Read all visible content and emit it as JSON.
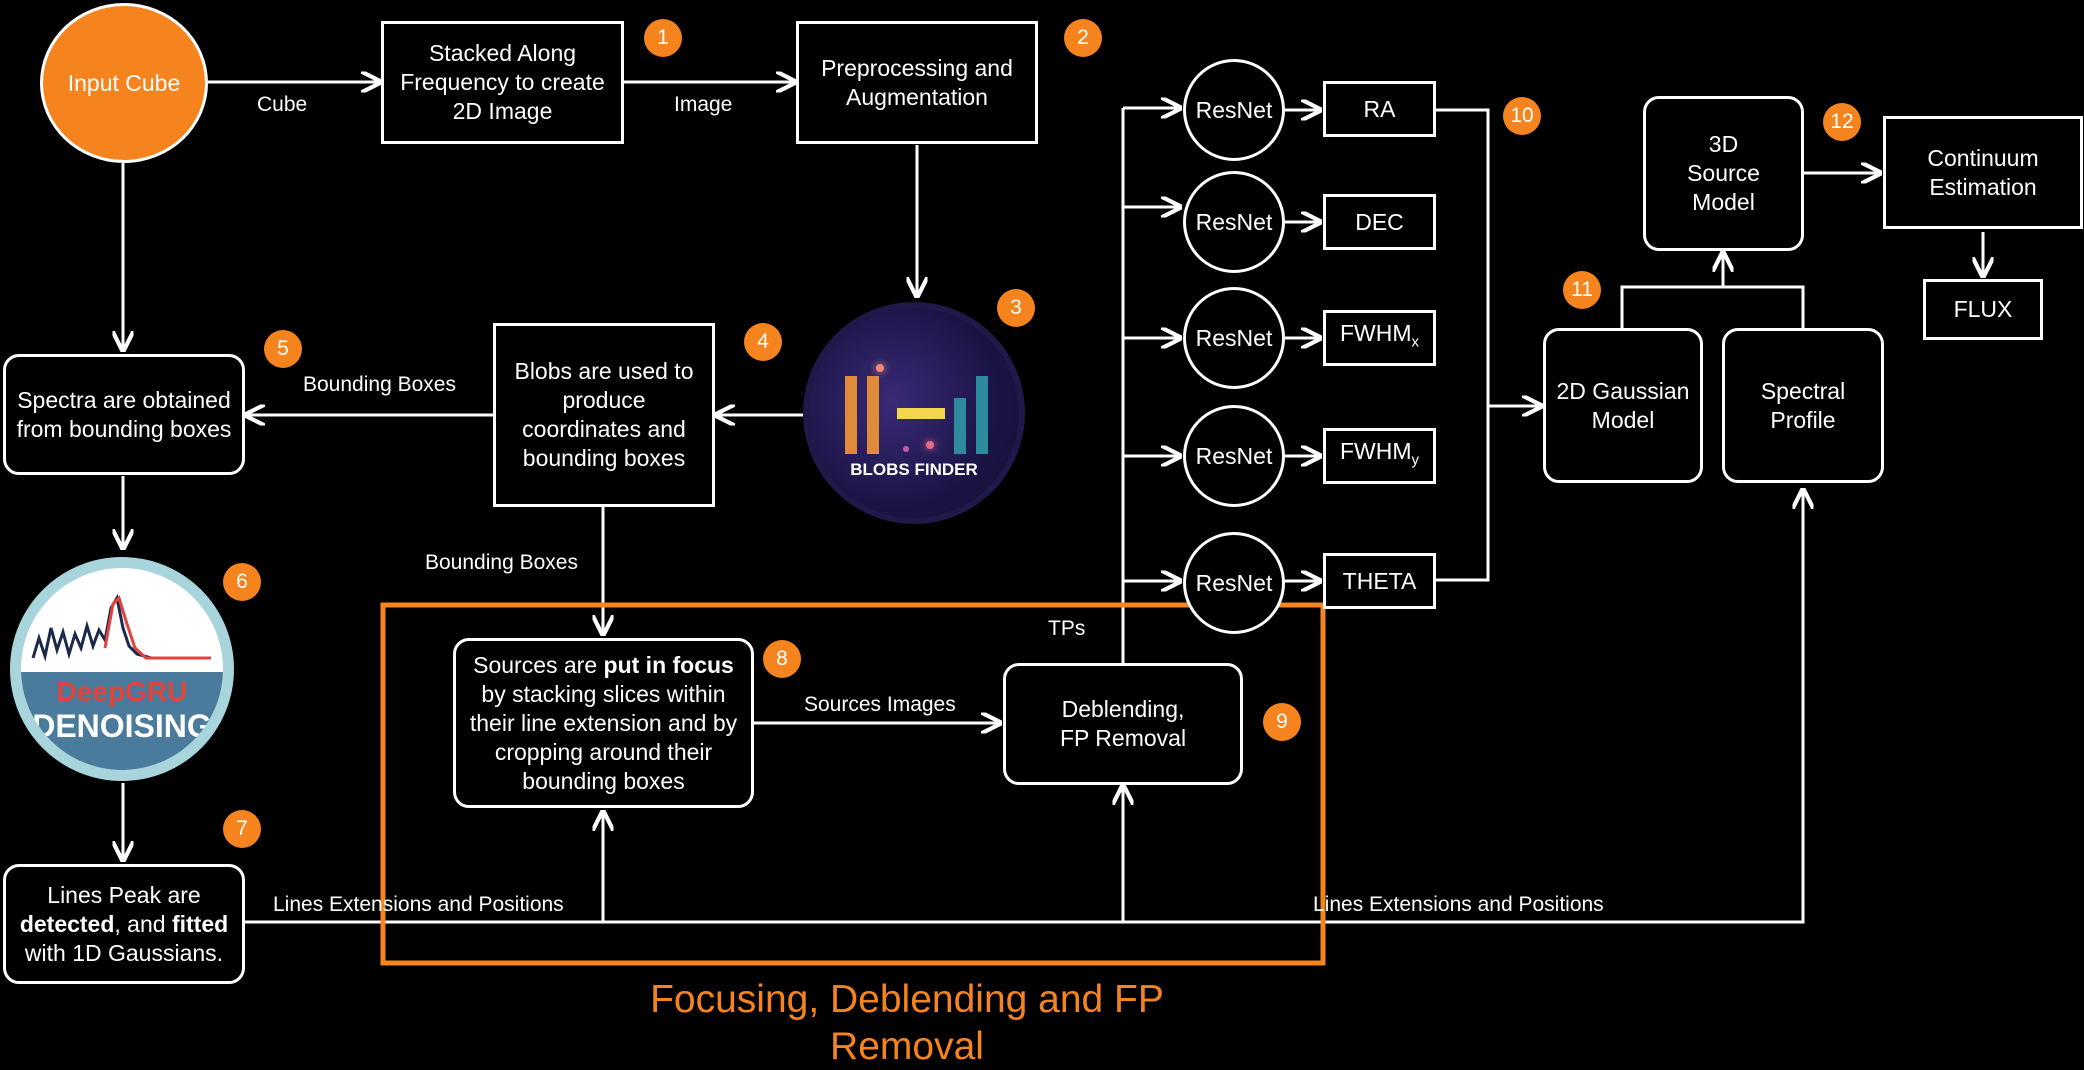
{
  "nodes": {
    "input_cube": "Input Cube",
    "stacked": "Stacked Along Frequency to create 2D Image",
    "preprocessing": "Preprocessing and Augmentation",
    "blobs_used": "Blobs are used to produce coordinates and bounding boxes",
    "spectra": "Spectra are obtained from bounding boxes",
    "lines_peak": {
      "pre": "Lines Peak  are ",
      "b1": "detected",
      "mid": ", and ",
      "b2": "fitted",
      "post": " with 1D Gaussians."
    },
    "sources_focus": {
      "pre": "Sources are ",
      "b1": "put in focus",
      "post": " by stacking slices within their line extension and by cropping around their bounding boxes"
    },
    "deblending": "Deblending, FP Removal",
    "resnet": "ResNet",
    "ra": "RA",
    "dec": "DEC",
    "fwhm_x": {
      "main": "FWHM",
      "sub": "x"
    },
    "fwhm_y": {
      "main": "FWHM",
      "sub": "y"
    },
    "theta": "THETA",
    "gauss2d": "2D Gaussian Model",
    "spectral_profile": "Spectral Profile",
    "source3d": "3D Source Model",
    "continuum": "Continuum Estimation",
    "flux": "FLUX"
  },
  "logos": {
    "blobs_finder": "BLOBS FINDER",
    "deepgru": "DeepGRU",
    "denoising": "DENOISING"
  },
  "edge_labels": {
    "cube": "Cube",
    "image": "Image",
    "bounding_boxes_1": "Bounding Boxes",
    "bounding_boxes_2": "Bounding Boxes",
    "sources_images": "Sources Images",
    "tps": "TPs",
    "lines_ext_1": "Lines Extensions and Positions",
    "lines_ext_2": "Lines Extensions and Positions"
  },
  "badges": [
    "1",
    "2",
    "3",
    "4",
    "5",
    "6",
    "7",
    "8",
    "9",
    "10",
    "11",
    "12"
  ],
  "group_title": "Focusing, Deblending and FP Removal",
  "colors": {
    "accent": "#f5841f",
    "background": "#000000",
    "stroke": "#ffffff",
    "logo_ring": "#1f1848",
    "denoise_ring": "#a8d4dc",
    "denoise_blue": "#4a7b9d",
    "deepgru_red": "#e0443c"
  }
}
